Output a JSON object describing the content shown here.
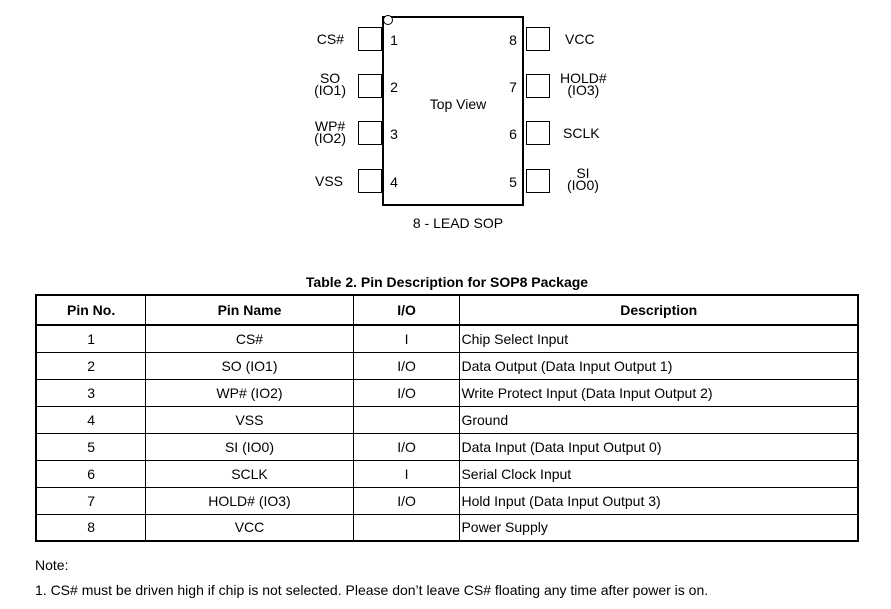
{
  "diagram": {
    "center_label": "Top View",
    "caption": "8 - LEAD SOP",
    "left_pins": [
      {
        "number": "1",
        "label": "CS#",
        "sub": ""
      },
      {
        "number": "2",
        "label": "SO",
        "sub": "(IO1)"
      },
      {
        "number": "3",
        "label": "WP#",
        "sub": "(IO2)"
      },
      {
        "number": "4",
        "label": "VSS",
        "sub": ""
      }
    ],
    "right_pins": [
      {
        "number": "8",
        "label": "VCC",
        "sub": ""
      },
      {
        "number": "7",
        "label": "HOLD#",
        "sub": "(IO3)"
      },
      {
        "number": "6",
        "label": "SCLK",
        "sub": ""
      },
      {
        "number": "5",
        "label": "SI",
        "sub": "(IO0)"
      }
    ]
  },
  "table": {
    "title": "Table 2. Pin Description for SOP8 Package",
    "headers": [
      "Pin No.",
      "Pin Name",
      "I/O",
      "Description"
    ],
    "rows": [
      [
        "1",
        "CS#",
        "I",
        "Chip Select Input"
      ],
      [
        "2",
        "SO (IO1)",
        "I/O",
        "Data Output (Data Input Output 1)"
      ],
      [
        "3",
        "WP# (IO2)",
        "I/O",
        "Write Protect Input (Data Input Output 2)"
      ],
      [
        "4",
        "VSS",
        "",
        "Ground"
      ],
      [
        "5",
        "SI (IO0)",
        "I/O",
        "Data Input (Data Input Output 0)"
      ],
      [
        "6",
        "SCLK",
        "I",
        "Serial Clock Input"
      ],
      [
        "7",
        "HOLD# (IO3)",
        "I/O",
        "Hold Input (Data Input Output 3)"
      ],
      [
        "8",
        "VCC",
        "",
        "Power Supply"
      ]
    ]
  },
  "note": {
    "label": "Note:",
    "text": "1. CS# must be driven high if chip is not selected. Please don’t leave CS# floating any time after power is on."
  }
}
